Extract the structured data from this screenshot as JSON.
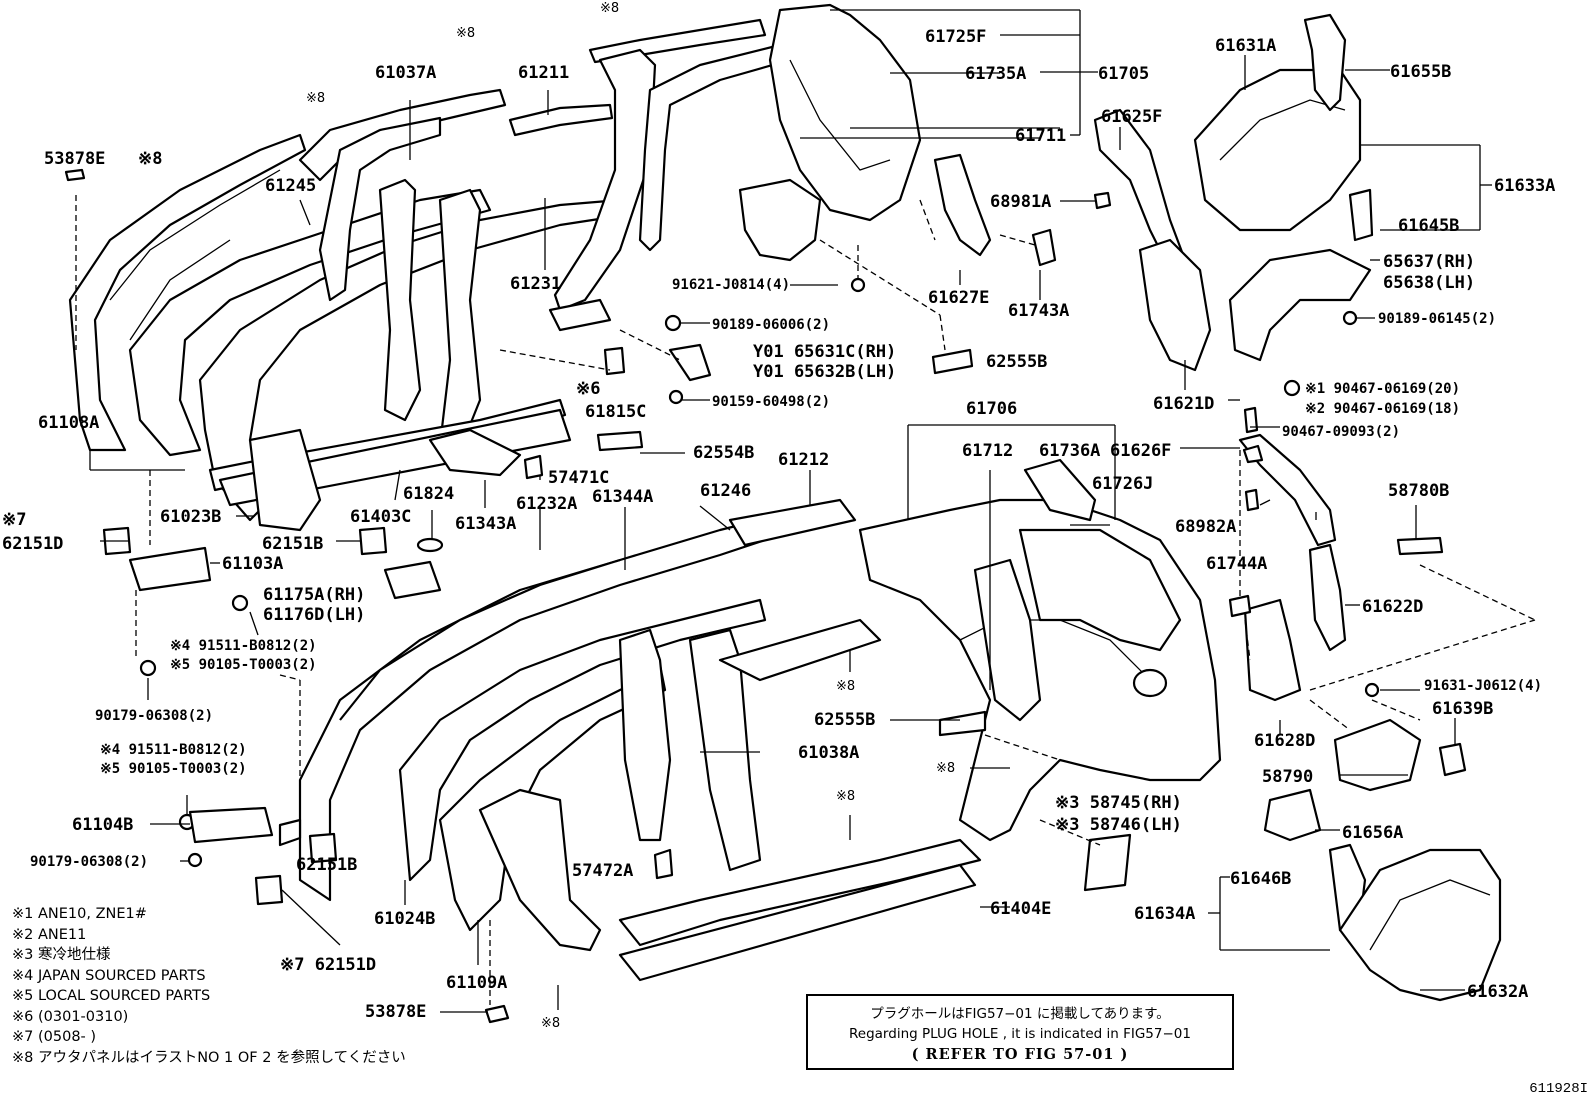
{
  "labels": {
    "p53878E_top": "53878E",
    "m8_a": "※8",
    "p61037A": "61037A",
    "m8_b": "※8",
    "p61211": "61211",
    "m8_c": "※8",
    "m8_d": "※8",
    "p61725F": "61725F",
    "p61735A": "61735A",
    "p61705": "61705",
    "p61711": "61711",
    "p61625F": "61625F",
    "p61631A": "61631A",
    "p61655B": "61655B",
    "p61633A": "61633A",
    "p61645B": "61645B",
    "p61245": "61245",
    "p68981A": "68981A",
    "p61231": "61231",
    "b91621": "91621-J0814(4)",
    "p61627E": "61627E",
    "p61743A": "61743A",
    "p65637": "65637(RH)",
    "p65638": "65638(LH)",
    "b90189_06145": "90189-06145(2)",
    "b90189_06006": "90189-06006(2)",
    "p65631C": "Y01 65631C(RH)",
    "p65632B": "Y01 65632B(LH)",
    "p62555B_top": "62555B",
    "p61621D": "61621D",
    "m6": "※6",
    "b90159": "90159-60498(2)",
    "p61815C": "61815C",
    "b90467_20": "※1 90467-06169(20)",
    "b90467_18": "※2 90467-06169(18)",
    "b90467_09093": "90467-09093(2)",
    "p61108A": "61108A",
    "p62554B": "62554B",
    "p61706": "61706",
    "p61712": "61712",
    "p61736A": "61736A",
    "p61626F": "61626F",
    "p57471C": "57471C",
    "p61212": "61212",
    "p61726J": "61726J",
    "p58780B": "58780B",
    "p61824": "61824",
    "p61246": "61246",
    "p61344A": "61344A",
    "p61232A": "61232A",
    "p68982A": "68982A",
    "p61023B": "61023B",
    "p61403C": "61403C",
    "p61343A": "61343A",
    "m7_a": "※7",
    "p62151D_left": "62151D",
    "p62151B_top": "62151B",
    "p61103A": "61103A",
    "p61744A": "61744A",
    "p61622D": "61622D",
    "p61175A": "61175A(RH)",
    "p61176D": "61176D(LH)",
    "b91511_a": "※4 91511-B0812(2)",
    "b90105_a": "※5 90105-T0003(2)",
    "b91631": "91631-J0612(4)",
    "p61639B": "61639B",
    "b90179_a": "90179-06308(2)",
    "m8_e": "※8",
    "p62555B_mid": "62555B",
    "p61628D": "61628D",
    "p61038A": "61038A",
    "b91511_b": "※4 91511-B0812(2)",
    "b90105_b": "※5 90105-T0003(2)",
    "p58790": "58790",
    "m8_f": "※8",
    "m8_g": "※8",
    "p58745": "※3 58745(RH)",
    "p58746": "※3 58746(LH)",
    "p61656A": "61656A",
    "p61104B": "61104B",
    "b90179_b": "90179-06308(2)",
    "p57472A": "57472A",
    "p61646B": "61646B",
    "p62151B_bot": "62151B",
    "p61404E": "61404E",
    "p61634A": "61634A",
    "p61024B": "61024B",
    "p62151D_bot": "※7 62151D",
    "p61109A": "61109A",
    "p61632A": "61632A",
    "p53878E_bot": "53878E",
    "m8_h": "※8"
  },
  "notes": [
    "※1 ANE10, ZNE1#",
    "※2 ANE11",
    "※3 寒冷地仕様",
    "※4 JAPAN SOURCED PARTS",
    "※5 LOCAL SOURCED PARTS",
    "※6 (0301-0310)",
    "※7 (0508-          )",
    "※8 アウタパネルはイラストNO 1 OF 2 を参照してください"
  ],
  "reference_box": {
    "line1": "プラグホールはFIG57−01 に掲載してあります。",
    "line2": "Regarding PLUG HOLE , it is indicated in FIG57−01",
    "line3": "(   REFER TO FIG 57-01   )"
  },
  "figure_number": "611928I"
}
